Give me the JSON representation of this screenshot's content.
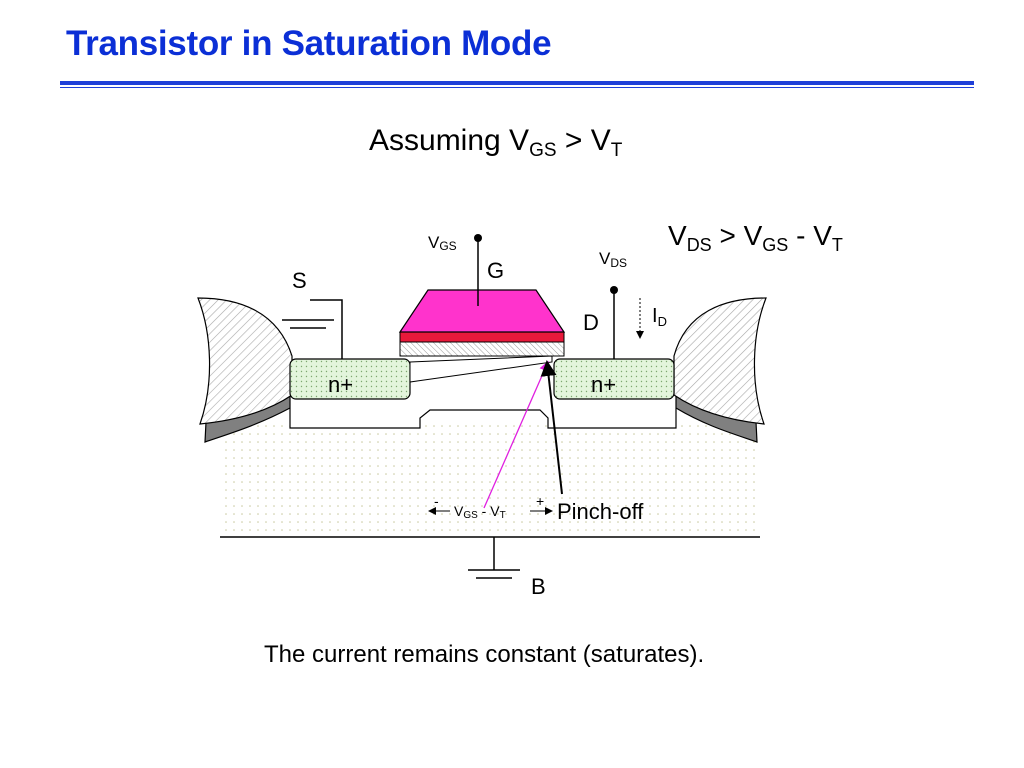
{
  "slide": {
    "title": "Transistor in Saturation Mode",
    "assumption": {
      "prefix": "Assuming V",
      "sub1": "GS",
      "middle": " > V",
      "sub2": "T"
    },
    "condition": {
      "v1": "V",
      "s1": "DS",
      "op": " > V",
      "s2": "GS",
      "minus": " - V",
      "s3": "T"
    },
    "caption": "The current remains constant (saturates)."
  },
  "diagram": {
    "vgs": {
      "main": "V",
      "sub": "GS"
    },
    "gate_label": "G",
    "source_label": "S",
    "vds": {
      "main": "V",
      "sub": "DS"
    },
    "drain_label": "D",
    "id": {
      "main": "I",
      "sub": "D"
    },
    "nplus_left": "n+",
    "nplus_right": "n+",
    "pinch_off": "Pinch-off",
    "overdrive": {
      "minus": "-",
      "v": "V",
      "gs": "GS",
      "dash": " - V",
      "t": "T",
      "plus": "+"
    },
    "bulk_label": "B",
    "colors": {
      "gate": "#ff33cc",
      "oxide": "#e8193a",
      "nplus": "#e3f5dc",
      "pinch_arrow": "#e020e0"
    }
  }
}
